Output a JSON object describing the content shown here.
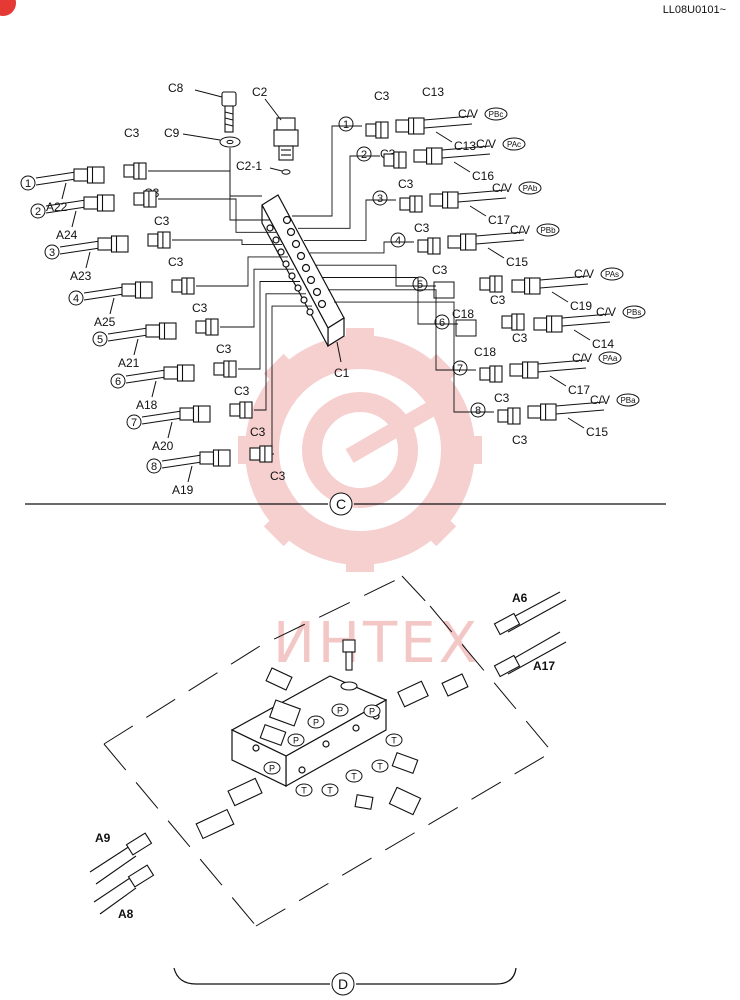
{
  "document_code": "LL08U0101~",
  "watermark": "ИНТЕX",
  "colors": {
    "line": "#111111",
    "watermark": "#f3c2c2",
    "corner_mark": "#e53935"
  },
  "section_c": {
    "label": "C",
    "block": {
      "label": "C1"
    },
    "top_parts": {
      "bolt": "C8",
      "washer": "C9",
      "valve": "C2",
      "oring": "C2-1"
    },
    "left_ports": [
      {
        "num": "1",
        "hose": "A22",
        "fitting": "C3"
      },
      {
        "num": "2",
        "hose": "A24",
        "fitting": "C3"
      },
      {
        "num": "3",
        "hose": "A23",
        "fitting": "C3"
      },
      {
        "num": "4",
        "hose": "A25",
        "fitting": "C3"
      },
      {
        "num": "5",
        "hose": "A21",
        "fitting": "C3"
      },
      {
        "num": "6",
        "hose": "A18",
        "fitting": "C3"
      },
      {
        "num": "7",
        "hose": "A20",
        "fitting": "C3"
      },
      {
        "num": "8",
        "hose": "A19",
        "fitting": "C3"
      }
    ],
    "right_ports": [
      {
        "num": "1",
        "fitting": "C3",
        "hose": "C13",
        "dest": "C/V",
        "port": "PBc"
      },
      {
        "num": "2",
        "fitting": "C3",
        "hose": "C16",
        "dest": "C/V",
        "port": "PAc"
      },
      {
        "num": "3",
        "fitting": "C3",
        "hose": "C17",
        "dest": "C/V",
        "port": "PAb"
      },
      {
        "num": "4",
        "fitting": "C3",
        "hose": "C15",
        "dest": "C/V",
        "port": "PBb"
      },
      {
        "num": "5",
        "adapter": "C18",
        "fitting": "C3",
        "hose": "C19",
        "dest": "C/V",
        "port": "PAs"
      },
      {
        "num": "6",
        "adapter": "C18",
        "fitting": "C3",
        "hose": "C14",
        "dest": "C/V",
        "port": "PBs"
      },
      {
        "num": "7",
        "fitting": "C3",
        "hose": "C17",
        "dest": "C/V",
        "port": "PAa"
      },
      {
        "num": "8",
        "fitting": "C3",
        "hose": "C15",
        "dest": "C/V",
        "port": "PBa"
      }
    ]
  },
  "section_d": {
    "label": "D",
    "hoses": [
      "A6",
      "A17",
      "A9",
      "A8"
    ],
    "port_marks": {
      "pressure": "P",
      "tank": "T"
    }
  }
}
